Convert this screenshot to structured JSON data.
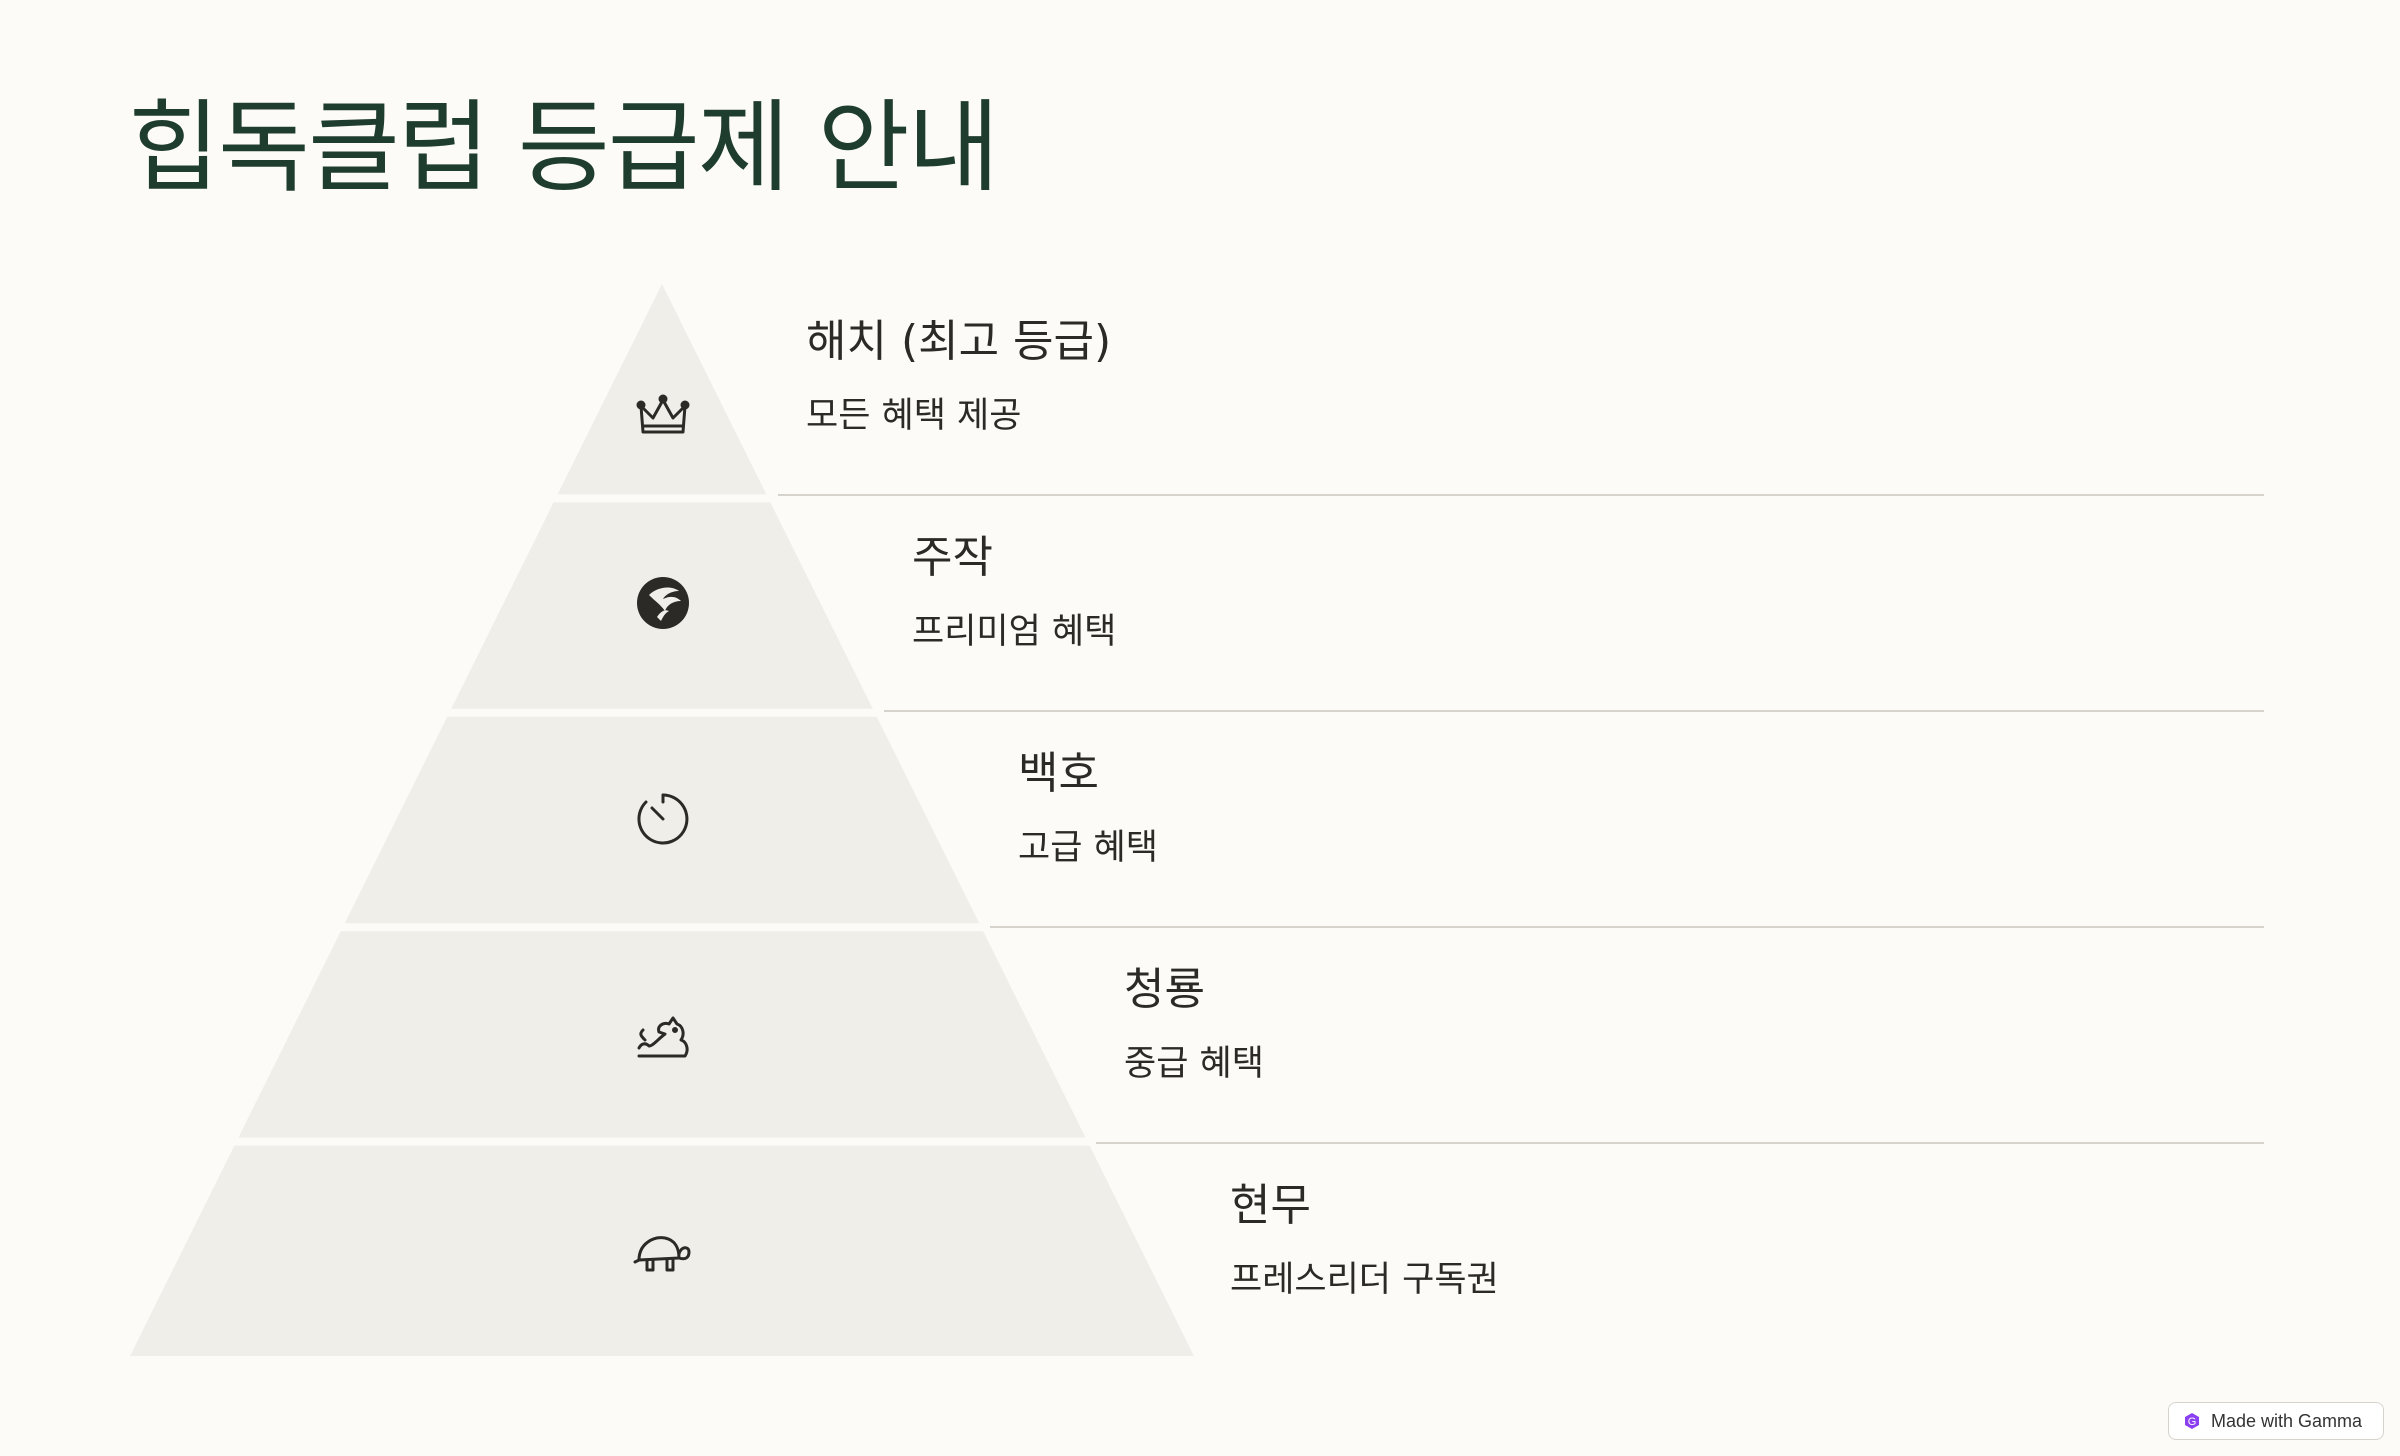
{
  "title": "힙독클럽 등급제 안내",
  "tiers": [
    {
      "name": "해치 (최고 등급)",
      "description": "모든 혜택 제공",
      "icon": "crown-icon"
    },
    {
      "name": "주작",
      "description": "프리미엄 혜택",
      "icon": "phoenix-icon"
    },
    {
      "name": "백호",
      "description": "고급 혜택",
      "icon": "timer-icon"
    },
    {
      "name": "청룡",
      "description": "중급 혜택",
      "icon": "dragon-icon"
    },
    {
      "name": "현무",
      "description": "프레스리더 구독권",
      "icon": "turtle-icon"
    }
  ],
  "colors": {
    "title": "#1f3d2e",
    "tier_fill": "#f0eee8",
    "text": "#2b2a26",
    "background": "#fcfbf8"
  },
  "badge": {
    "label": "Made with Gamma",
    "icon": "gamma-logo-icon"
  }
}
